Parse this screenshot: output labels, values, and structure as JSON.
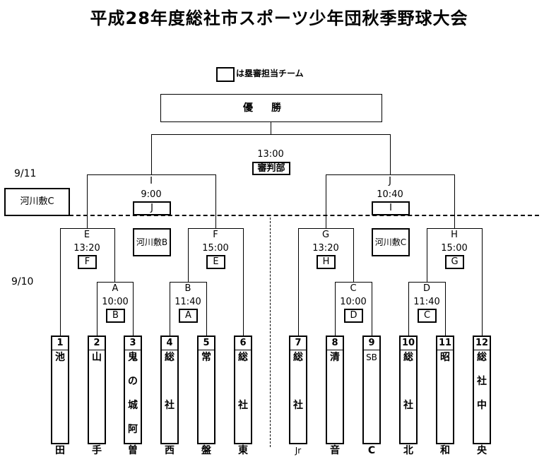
{
  "title": "平成28年度総社市スポーツ少年団秋季野球大会",
  "legend": {
    "text": "は塁審担当チーム"
  },
  "final": {
    "label": "優勝",
    "time": "13:00",
    "umpire": "審判部"
  },
  "dates": {
    "day2": "9/11",
    "day1": "9/10"
  },
  "benches": {
    "day2_left": "河川敷C",
    "left_block": "河川敷B",
    "right_block": "河川敷C"
  },
  "matches": {
    "I": {
      "id": "I",
      "time": "9:00",
      "umpire": "J"
    },
    "J": {
      "id": "J",
      "time": "10:40",
      "umpire": "I"
    },
    "E": {
      "id": "E",
      "time": "13:20",
      "umpire": "F"
    },
    "F": {
      "id": "F",
      "time": "15:00",
      "umpire": "E"
    },
    "G": {
      "id": "G",
      "time": "13:20",
      "umpire": "H"
    },
    "H": {
      "id": "H",
      "time": "15:00",
      "umpire": "G"
    },
    "A": {
      "id": "A",
      "time": "10:00",
      "umpire": "B"
    },
    "B": {
      "id": "B",
      "time": "11:40",
      "umpire": "A"
    },
    "C": {
      "id": "C",
      "time": "10:00",
      "umpire": "D"
    },
    "D": {
      "id": "D",
      "time": "11:40",
      "umpire": "C"
    }
  },
  "teams": [
    {
      "num": "1",
      "chars": [
        "池",
        "",
        "",
        "",
        "田"
      ]
    },
    {
      "num": "2",
      "chars": [
        "山",
        "",
        "",
        "",
        "手"
      ]
    },
    {
      "num": "3",
      "chars": [
        "鬼",
        "の",
        "城",
        "阿",
        "曽"
      ]
    },
    {
      "num": "4",
      "chars": [
        "総",
        "",
        "社",
        "",
        "西"
      ]
    },
    {
      "num": "5",
      "chars": [
        "常",
        "",
        "",
        "",
        "盤"
      ]
    },
    {
      "num": "6",
      "chars": [
        "総",
        "",
        "社",
        "",
        "東"
      ]
    },
    {
      "num": "7",
      "chars": [
        "総",
        "",
        "社",
        "",
        "Jr"
      ]
    },
    {
      "num": "8",
      "chars": [
        "清",
        "",
        "",
        "",
        "音"
      ]
    },
    {
      "num": "9",
      "chars": [
        "SB",
        "",
        "",
        "",
        "C"
      ]
    },
    {
      "num": "10",
      "chars": [
        "総",
        "",
        "社",
        "",
        "北"
      ]
    },
    {
      "num": "11",
      "chars": [
        "昭",
        "",
        "",
        "",
        "和"
      ]
    },
    {
      "num": "12",
      "chars": [
        "総",
        "社",
        "中",
        "",
        "央"
      ]
    }
  ]
}
